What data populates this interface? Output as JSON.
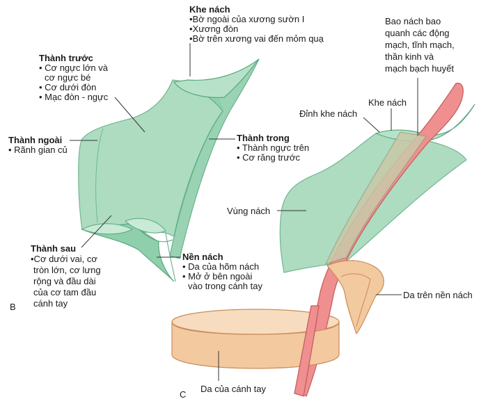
{
  "panel_b_letter": "B",
  "panel_c_letter": "C",
  "apex": {
    "title": "Khe nách",
    "items": [
      "•Bờ ngoài của xương sườn I",
      "•Xương đòn",
      "•Bờ trên xương vai đến mỏm quạ"
    ]
  },
  "anterior": {
    "title": "Thành trước",
    "items": [
      "• Cơ ngực lớn và",
      "  cơ ngực bé",
      "• Cơ dưới đòn",
      "• Mạc đòn - ngực"
    ]
  },
  "lateral": {
    "title": "Thành ngoài",
    "items": [
      "• Rãnh gian củ"
    ]
  },
  "medial": {
    "title": "Thành trong",
    "items": [
      "• Thành ngực trên",
      "• Cơ răng trước"
    ]
  },
  "posterior": {
    "title": "Thành sau",
    "items": [
      "•Cơ dưới vai, cơ",
      "tròn lớn, cơ lưng",
      "rộng và đầu dài",
      "của cơ tam đầu",
      "cánh tay"
    ]
  },
  "floor": {
    "title": "Nền nách",
    "items": [
      "• Da của hõm nách",
      "• Mở ở bên ngoài",
      "  vào trong cánh tay"
    ]
  },
  "sheath": [
    "Bao nách bao",
    "quanh các động",
    "mạch, tĩnh mạch,",
    "thần kinh và",
    "mạch bạch huyết"
  ],
  "inlet_c": "Khe nách",
  "apex_c": "Đỉnh khe nách",
  "axilla_region": "Vùng nách",
  "skin_floor": "Da trên nền nách",
  "arm_skin": "Da của cánh tay",
  "colors": {
    "wall_fill": "#9fd6b6",
    "wall_stroke": "#5aa880",
    "skin_fill": "#f3c9a0",
    "skin_stroke": "#c88c58",
    "vessel_fill": "#ef8f8f",
    "vessel_stroke": "#c25a5a",
    "sheath_fill": "#c9c9a8"
  }
}
